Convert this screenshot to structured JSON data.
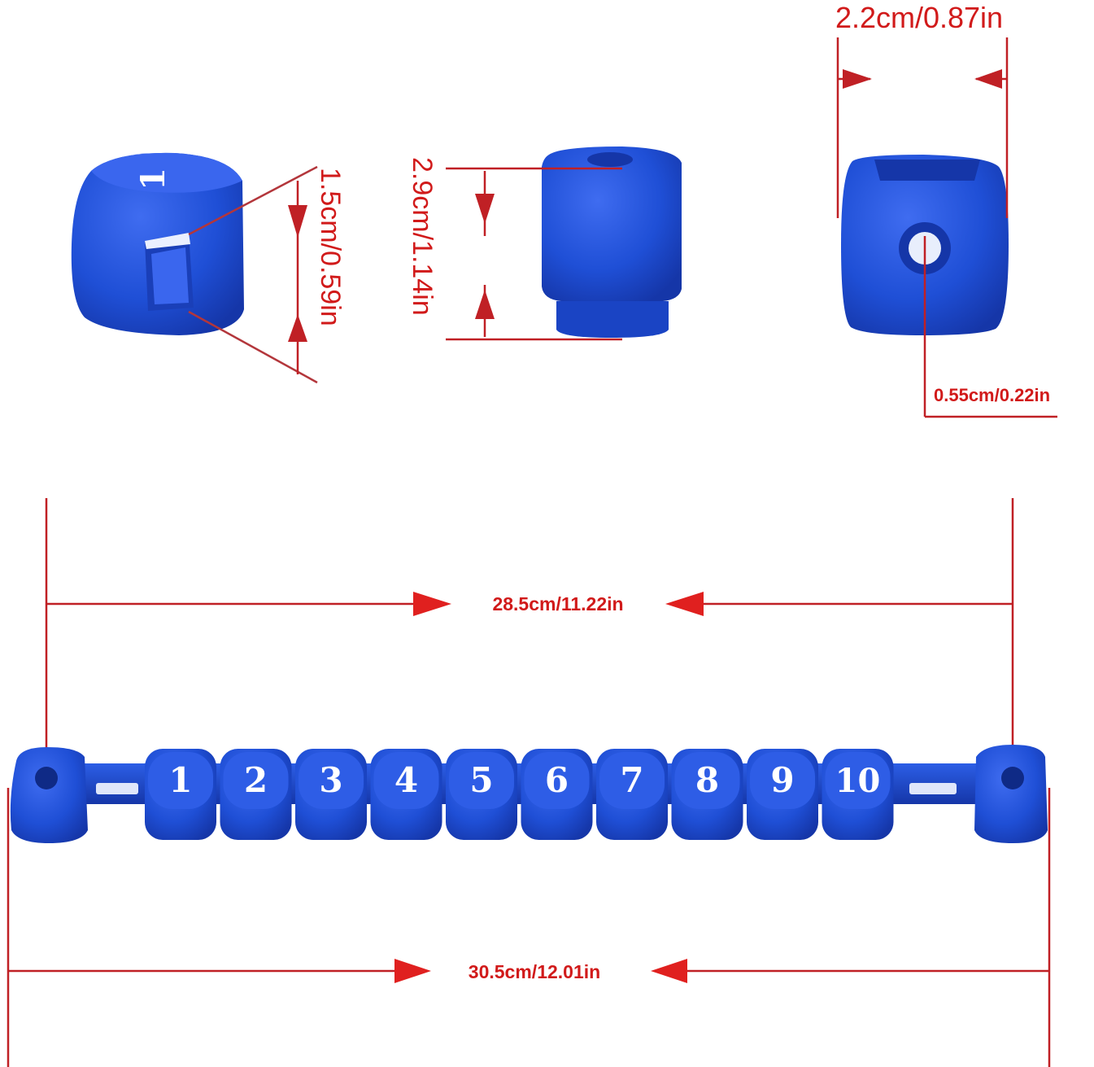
{
  "colors": {
    "dimension": "#d11a1a",
    "line": "#b3363b",
    "bead": "#1f4fd6",
    "bead_dark": "#1536a8",
    "bead_light": "#3f6cf0",
    "digit": "#ffffff"
  },
  "dimensions": {
    "cube_face": "1.5cm/0.59in",
    "bead_height": "2.9cm/1.14in",
    "bead_width": "2.2cm/0.87in",
    "hole_diameter": "0.55cm/0.22in",
    "inner_length": "28.5cm/11.22in",
    "total_length": "30.5cm/12.01in"
  },
  "bead_die_label": "1",
  "score_beads": [
    "1",
    "2",
    "3",
    "4",
    "5",
    "6",
    "7",
    "8",
    "9",
    "10"
  ]
}
